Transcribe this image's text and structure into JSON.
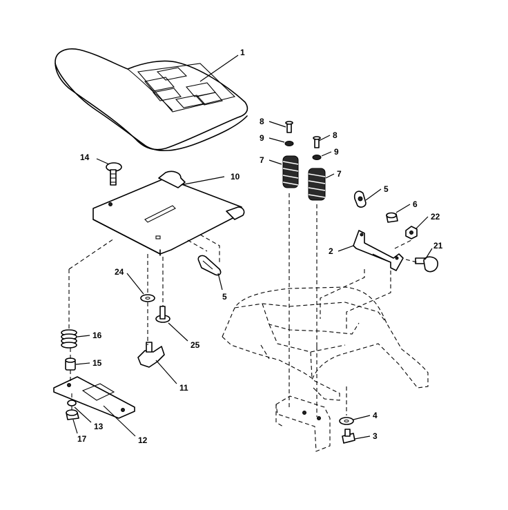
{
  "callouts": [
    {
      "id": "c1",
      "label": "1"
    },
    {
      "id": "c14",
      "label": "14"
    },
    {
      "id": "c10",
      "label": "10"
    },
    {
      "id": "c8a",
      "label": "8"
    },
    {
      "id": "c9a",
      "label": "9"
    },
    {
      "id": "c7a",
      "label": "7"
    },
    {
      "id": "c8b",
      "label": "8"
    },
    {
      "id": "c9b",
      "label": "9"
    },
    {
      "id": "c7b",
      "label": "7"
    },
    {
      "id": "c5a",
      "label": "5"
    },
    {
      "id": "c6",
      "label": "6"
    },
    {
      "id": "c22",
      "label": "22"
    },
    {
      "id": "c2",
      "label": "2"
    },
    {
      "id": "c21",
      "label": "21"
    },
    {
      "id": "c24",
      "label": "24"
    },
    {
      "id": "c5b",
      "label": "5"
    },
    {
      "id": "c16",
      "label": "16"
    },
    {
      "id": "c25",
      "label": "25"
    },
    {
      "id": "c15",
      "label": "15"
    },
    {
      "id": "c11",
      "label": "11"
    },
    {
      "id": "c13",
      "label": "13"
    },
    {
      "id": "c17",
      "label": "17"
    },
    {
      "id": "c12",
      "label": "12"
    },
    {
      "id": "c4",
      "label": "4"
    },
    {
      "id": "c3",
      "label": "3"
    }
  ]
}
